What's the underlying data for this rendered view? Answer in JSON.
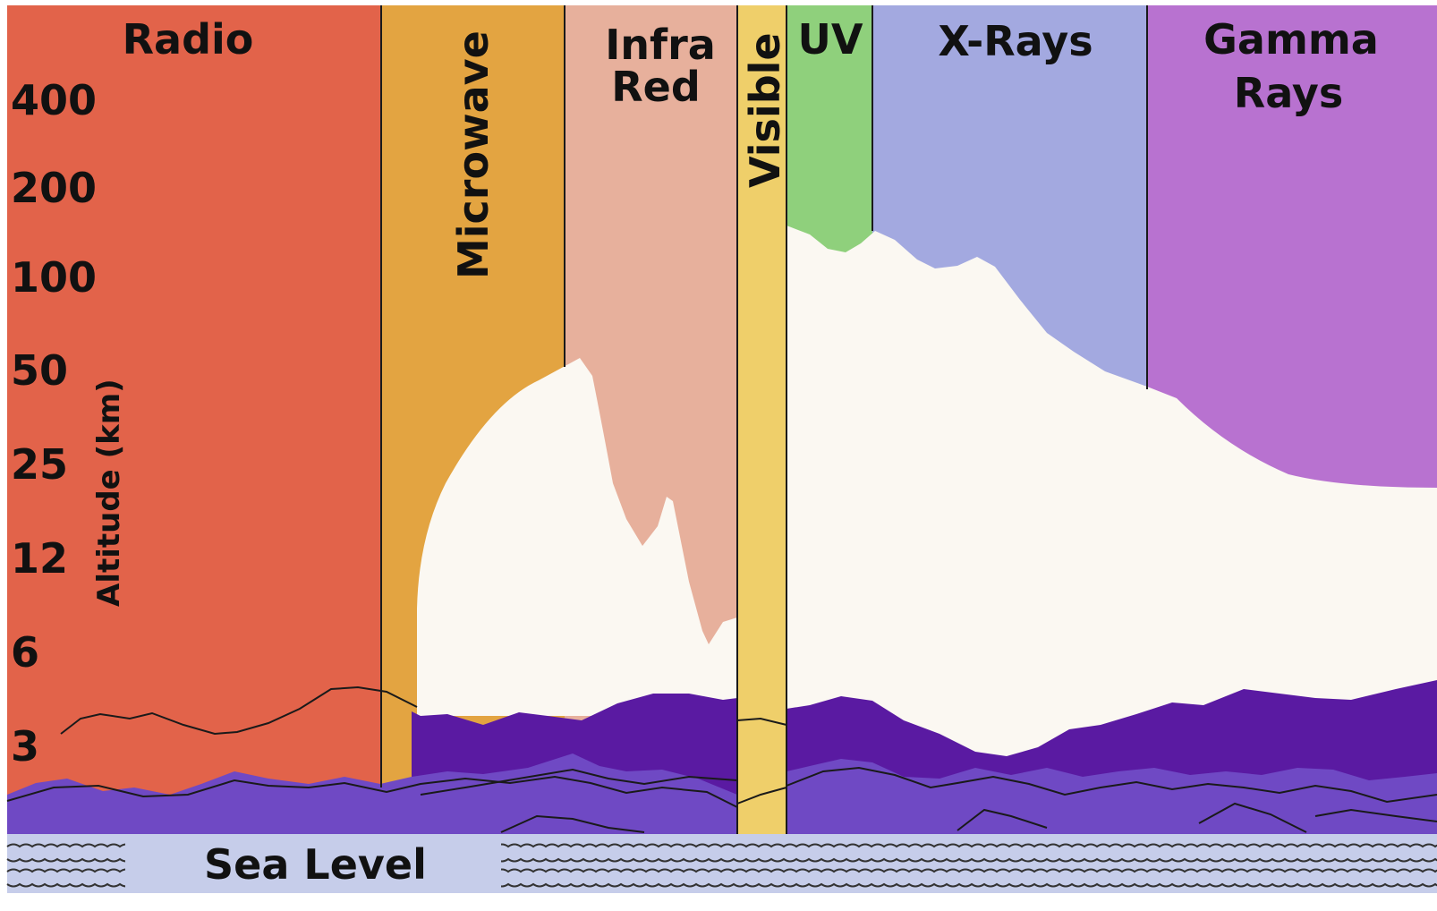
{
  "bands": [
    {
      "key": "radio",
      "label_lines": [
        "Radio"
      ],
      "color": "#e2634a"
    },
    {
      "key": "microwave",
      "label_lines": [
        "Microwave"
      ],
      "color": "#e3a441"
    },
    {
      "key": "infrared",
      "label_lines": [
        "Infra",
        "Red"
      ],
      "color": "#e7b09c"
    },
    {
      "key": "visible",
      "label_lines": [
        "Visible"
      ],
      "color": "#efcf6a"
    },
    {
      "key": "uv",
      "label_lines": [
        "UV"
      ],
      "color": "#8fd07c"
    },
    {
      "key": "xrays",
      "label_lines": [
        "X-Rays"
      ],
      "color": "#a3a9e0"
    },
    {
      "key": "gamma",
      "label_lines": [
        "Gamma",
        "Rays"
      ],
      "color": "#b872d0"
    }
  ],
  "axis": {
    "title": "Altitude (km)",
    "ticks": [
      "400",
      "200",
      "100",
      "50",
      "25",
      "12",
      "6",
      "3"
    ]
  },
  "sea": {
    "label": "Sea Level",
    "water_color": "#c6cdea",
    "wave_color": "#333333"
  },
  "colors": {
    "transmission_area": "#fbf8f2",
    "mountain_dark": "#5a1aa2",
    "mountain_light": "#6f49c4",
    "divider": "#1a1a1a"
  }
}
